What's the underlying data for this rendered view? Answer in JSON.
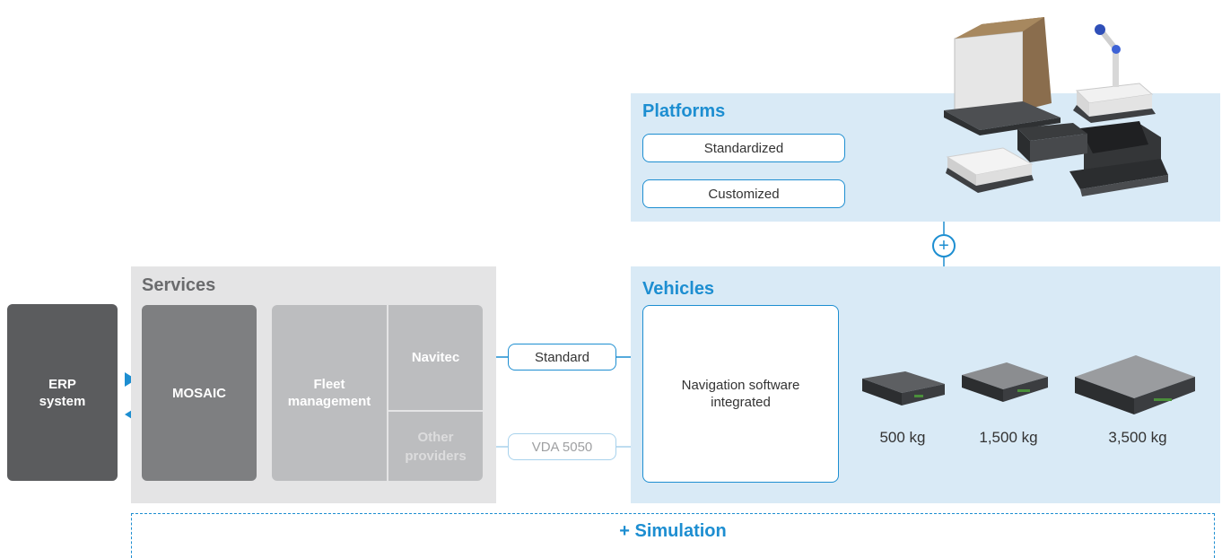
{
  "erp": {
    "label": "ERP\nsystem"
  },
  "services": {
    "title": "Services",
    "mosaic": "MOSAIC",
    "fleet": "Fleet\nmanagement",
    "navitec": "Navitec",
    "other": "Other\nproviders"
  },
  "interfaces": {
    "standard": "Standard",
    "vda": "VDA 5050"
  },
  "platforms": {
    "title": "Platforms",
    "standardized": "Standardized",
    "customized": "Customized"
  },
  "vehicles": {
    "title": "Vehicles",
    "navigation": "Navigation software\nintegrated",
    "weights": [
      "500 kg",
      "1,500 kg",
      "3,500 kg"
    ]
  },
  "simulation": "+ Simulation",
  "colors": {
    "accent": "#1d8ed1",
    "panel_blue": "#d9eaf6",
    "dark_gray": "#5b5c5e",
    "mid_gray": "#7e7f81",
    "light_gray": "#bcbdbf"
  },
  "icons": {
    "plus": "plus-circle-icon",
    "arrows": [
      "arrow-right-icon",
      "arrow-left-icon"
    ]
  }
}
